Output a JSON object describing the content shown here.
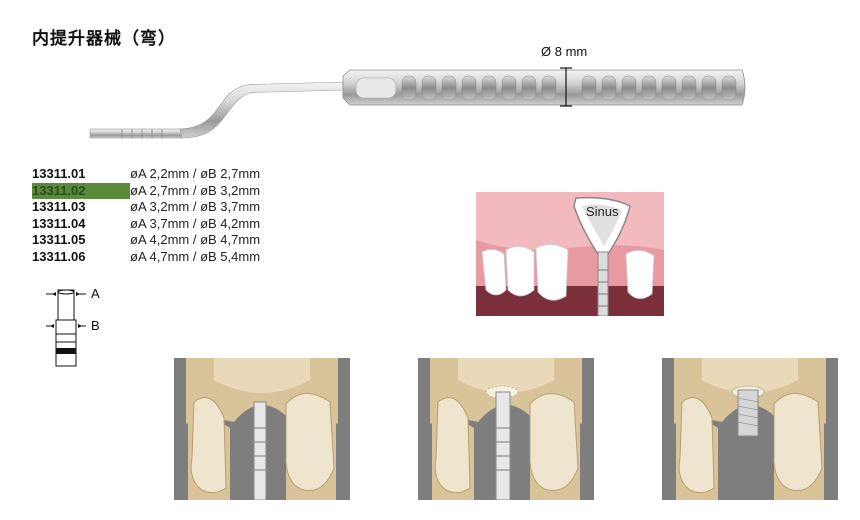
{
  "title": "内提升器械（弯）",
  "diameter_label": "Ø 8 mm",
  "products": [
    {
      "code": "13311.01",
      "dims": "øA 2,2mm /  øB 2,7mm",
      "highlighted": false
    },
    {
      "code": "13311.02",
      "dims": "øA 2,7mm /  øB 3,2mm",
      "highlighted": true
    },
    {
      "code": "13311.03",
      "dims": "øA 3,2mm /  øB 3,7mm",
      "highlighted": false
    },
    {
      "code": "13311.04",
      "dims": "øA 3,7mm /  øB 4,2mm",
      "highlighted": false
    },
    {
      "code": "13311.05",
      "dims": "øA 4,2mm /  øB 4,7mm",
      "highlighted": false
    },
    {
      "code": "13311.06",
      "dims": "øA 4,7mm /  øB 5,4mm",
      "highlighted": false
    }
  ],
  "legend": {
    "a": "A",
    "b": "B"
  },
  "sinus_label": "Sinus",
  "colors": {
    "highlight": "#5a8a3a",
    "gum": "#f2b9bf",
    "bone": "#d9c49a",
    "panel_gray": "#7e7e7e",
    "steel": "#c9c9c9"
  }
}
